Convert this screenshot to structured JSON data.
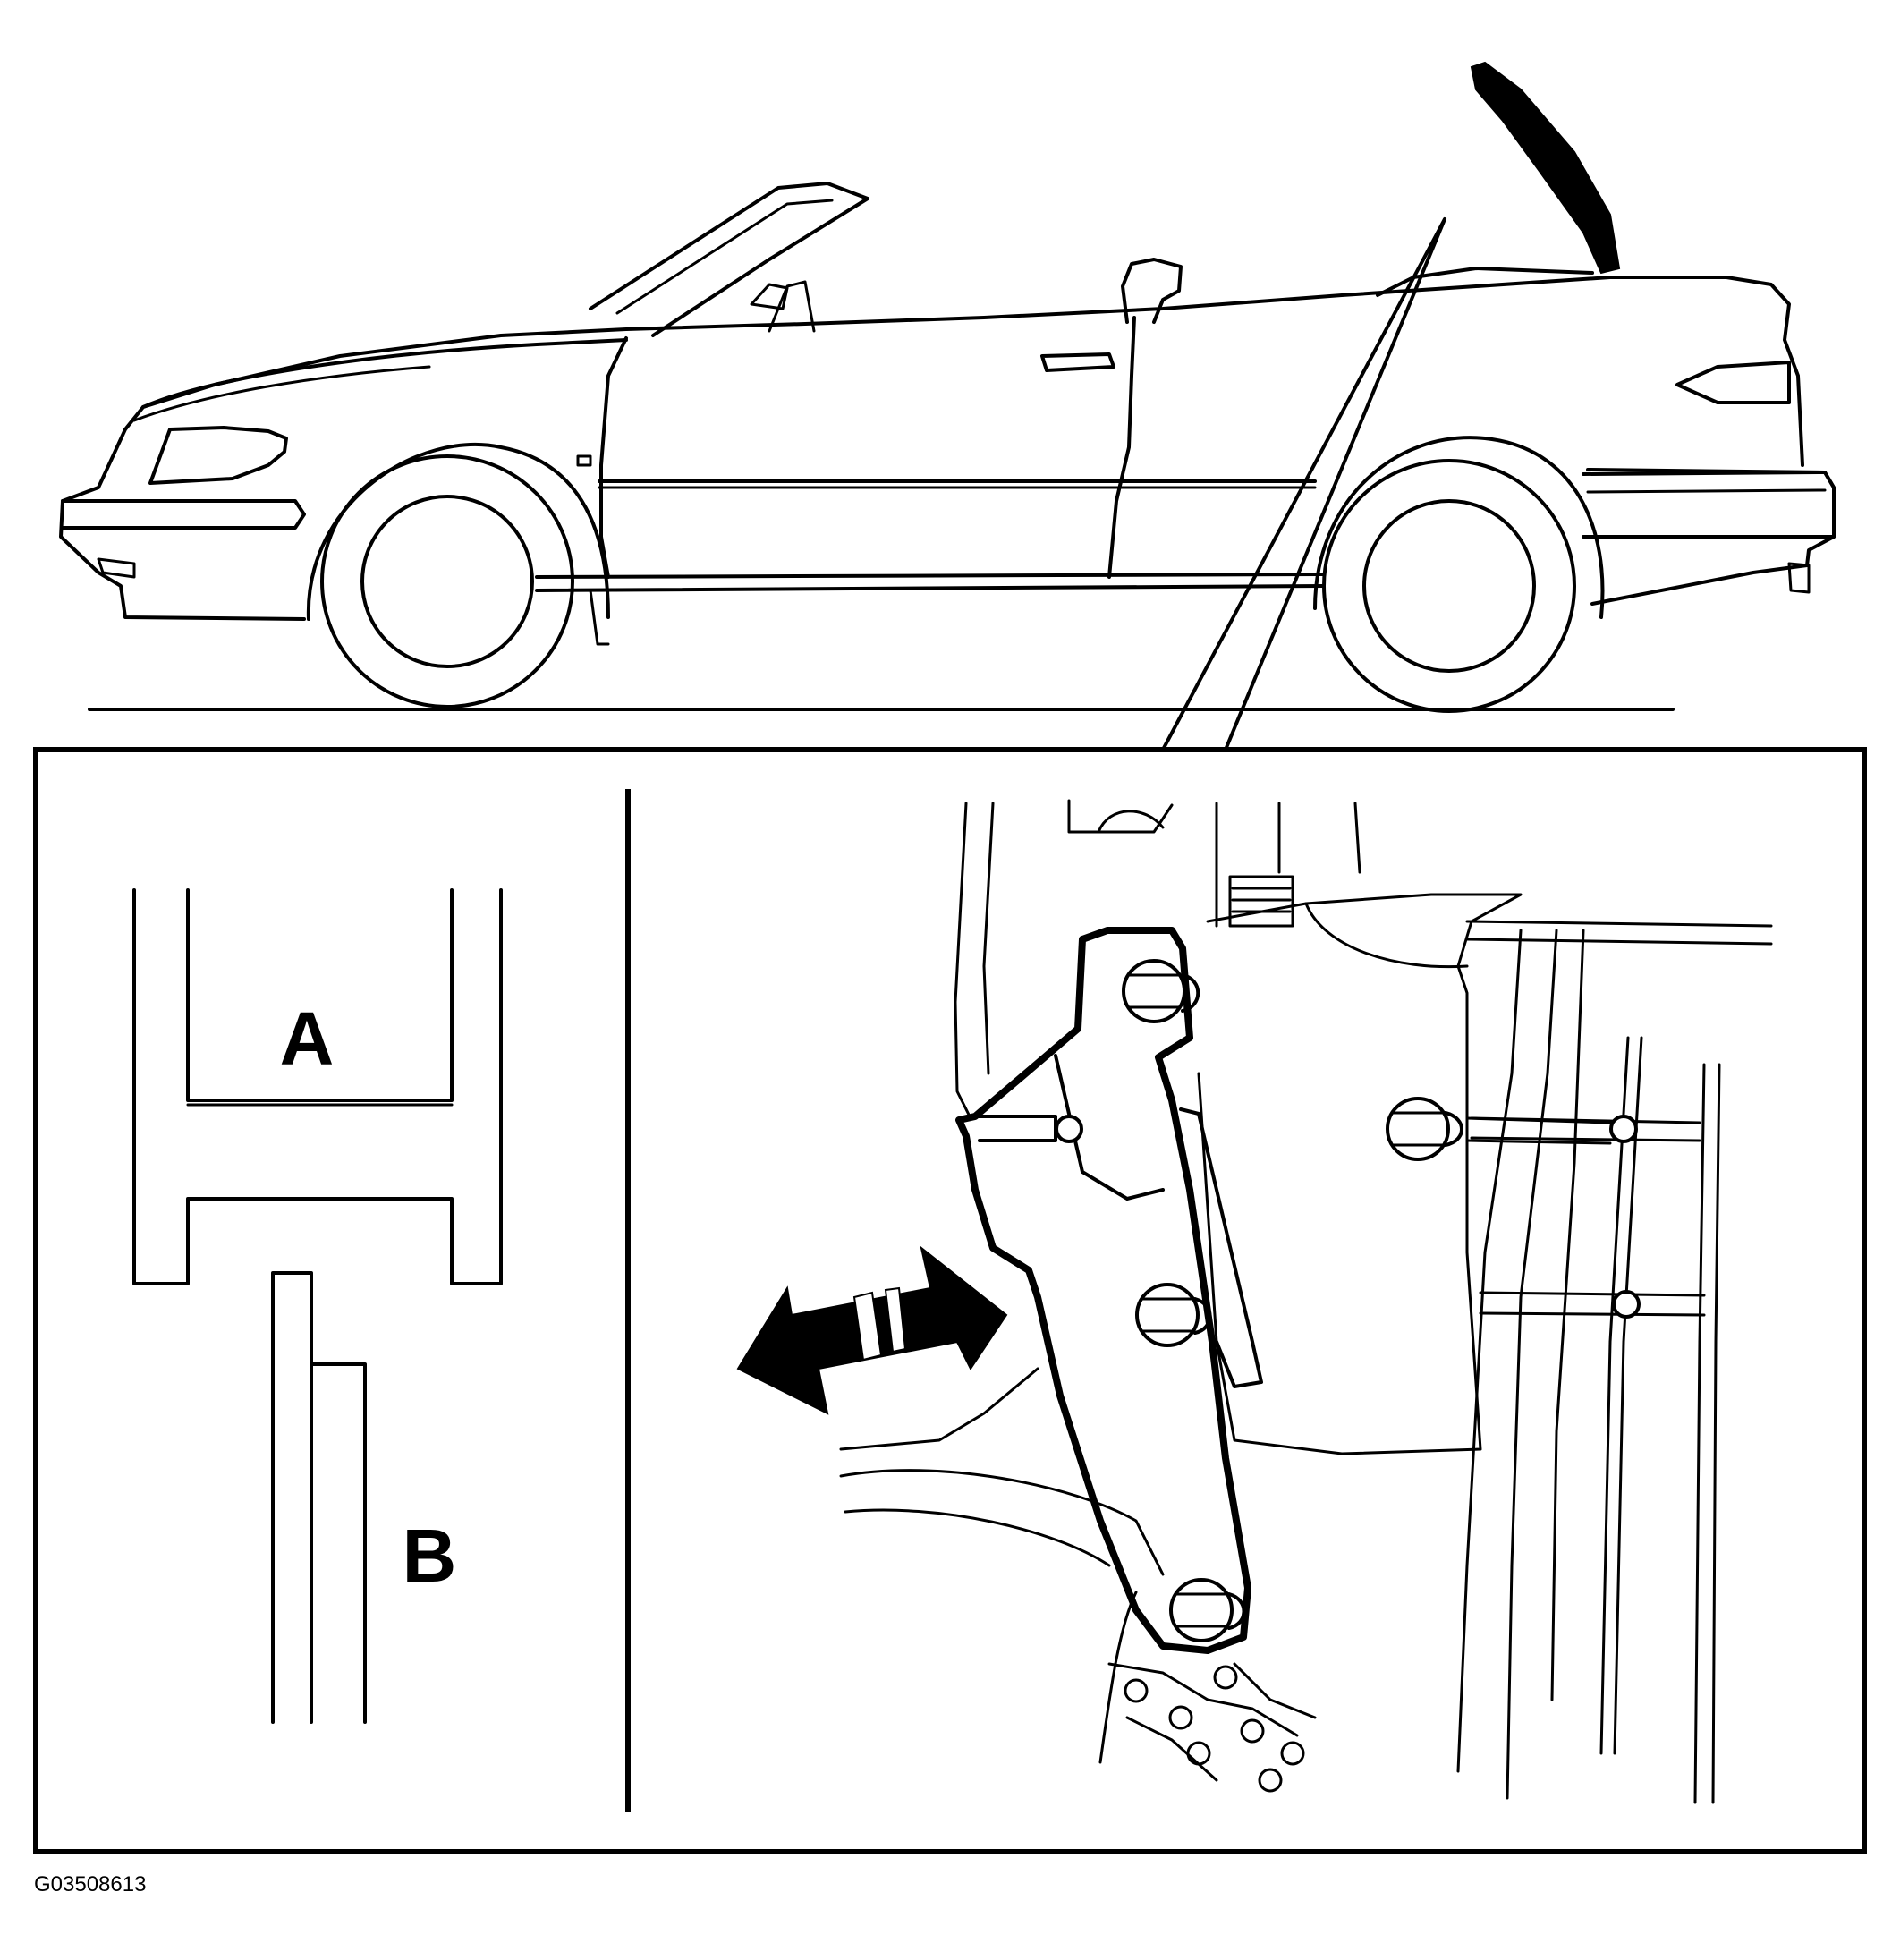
{
  "labels": {
    "a": "A",
    "b": "B"
  },
  "figure_code": "G03508613",
  "colors": {
    "ink": "#000000",
    "paper": "#ffffff"
  }
}
